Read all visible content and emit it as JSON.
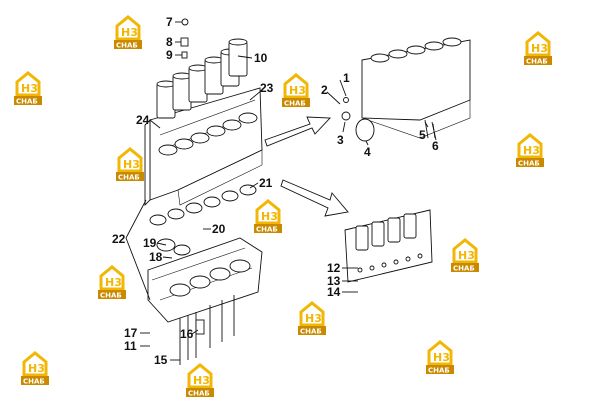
{
  "diagram": {
    "callouts": [
      "1",
      "2",
      "3",
      "4",
      "5",
      "6",
      "7",
      "8",
      "9",
      "10",
      "11",
      "12",
      "13",
      "14",
      "15",
      "16",
      "17",
      "18",
      "19",
      "20",
      "21",
      "22",
      "23",
      "24"
    ],
    "watermark": {
      "monogram": "H3",
      "word": "CHAБ",
      "color": "#f2b705",
      "band_color": "#c98a00"
    }
  }
}
